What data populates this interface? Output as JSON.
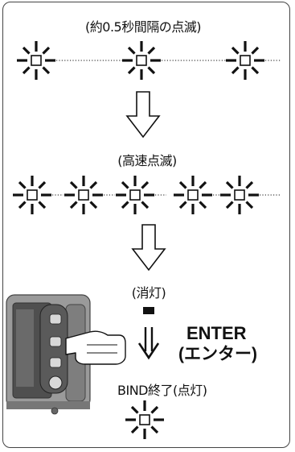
{
  "labels": {
    "blink_slow": "(約0.5秒間隔の点滅)",
    "blink_fast": "(高速点滅)",
    "off": "(消灯)",
    "enter_line1": "ENTER",
    "enter_line2": "(エンター)",
    "bind_done": "BIND終了(点灯)"
  },
  "rows": {
    "slow_count": 3,
    "fast_count": 5
  },
  "colors": {
    "stroke": "#111111",
    "device_body": "#9a9a9a",
    "device_dark": "#555555"
  },
  "icons": [
    "led-blink-icon",
    "down-arrow-icon",
    "led-off-icon",
    "transmitter-device",
    "pointing-hand-icon",
    "double-down-arrow-icon"
  ]
}
